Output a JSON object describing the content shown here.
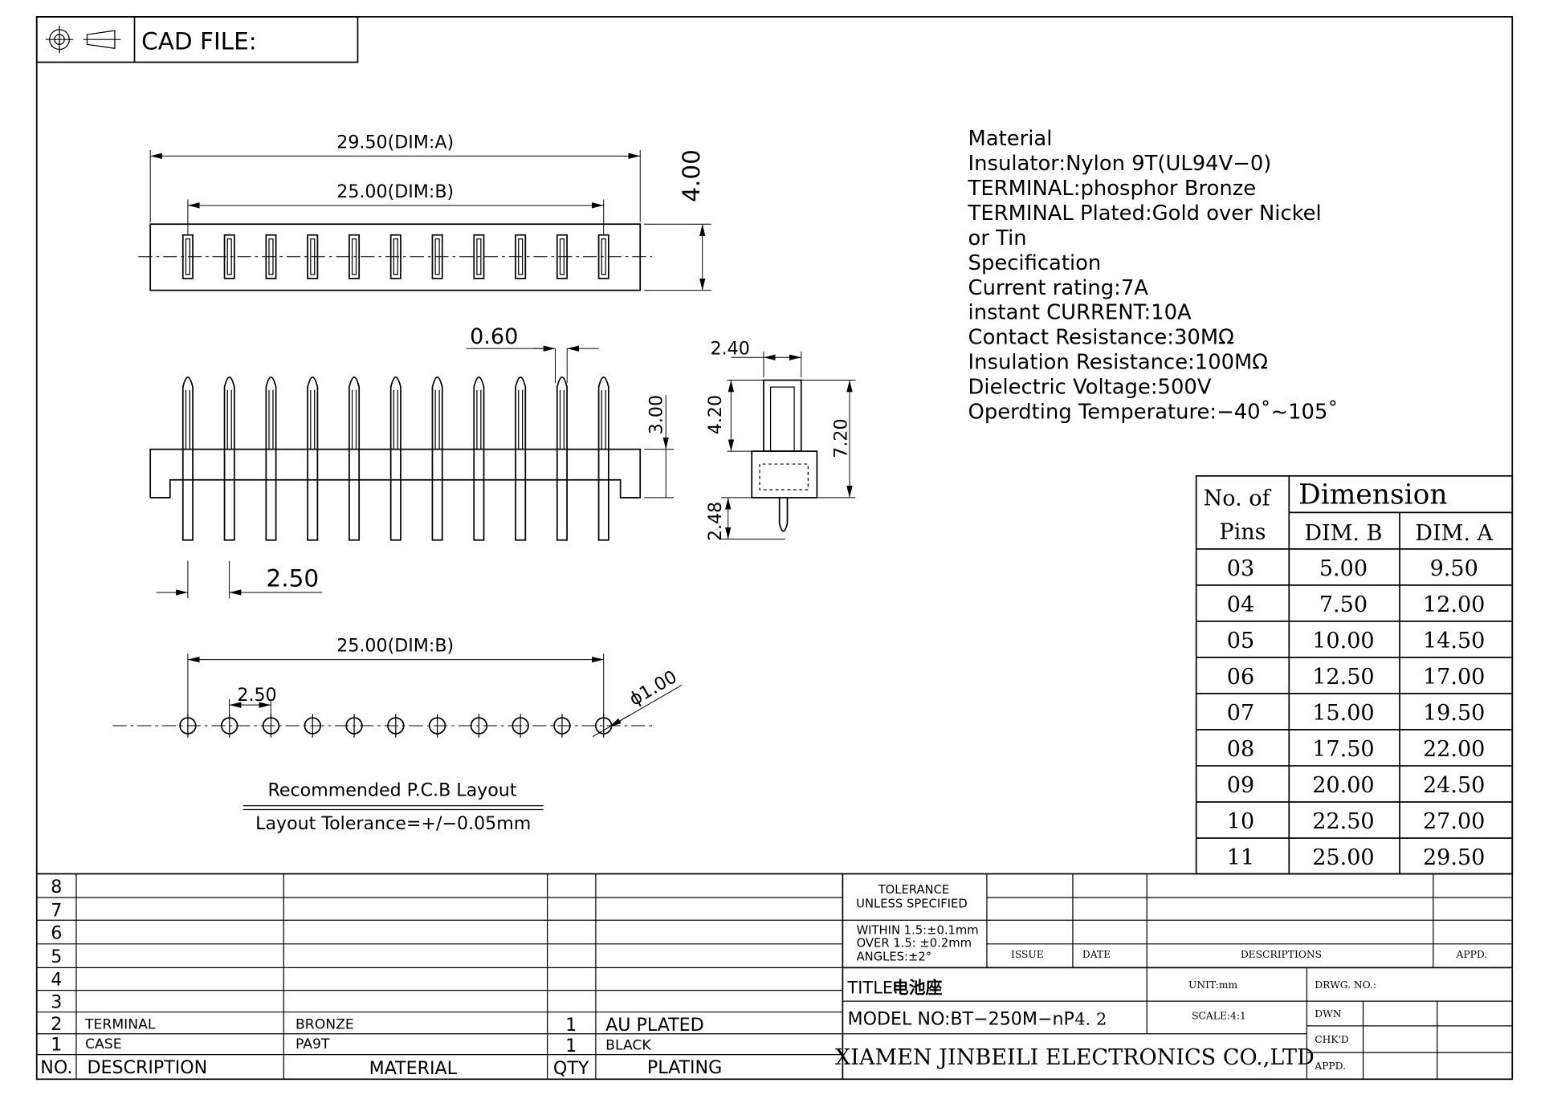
{
  "header": {
    "cad_label": "CAD FILE:",
    "projection_icon": "third-angle-projection-icon"
  },
  "top_view": {
    "dim_a": "29.50(DIM:A)",
    "dim_b": "25.00(DIM:B)",
    "height": "4.00",
    "pin_count": 11
  },
  "front_view": {
    "pin_width": "0.60",
    "pitch": "2.50",
    "housing_height": "3.00"
  },
  "side_view": {
    "width": "2.40",
    "upper": "4.20",
    "total": "7.20",
    "tail": "2.48"
  },
  "pcb_layout": {
    "dim_b": "25.00(DIM:B)",
    "pitch": "2.50",
    "hole": "ϕ1.00",
    "title": "Recommended P.C.B Layout",
    "tolerance": "Layout Tolerance=+/−0.05mm"
  },
  "spec_lines": [
    "Material",
    "Insulator:Nylon  9T(UL94V−0)",
    "TERMINAL:phosphor  Bronze",
    "TERMINAL  Plated:Gold  over  Nickel",
    "or  Tin",
    "Specification",
    "Current  rating:7A",
    "instant  CURRENT:10A",
    "Contact  Resistance:30MΩ",
    "Insulation  Resistance:100MΩ",
    "Dielectric  Voltage:500V",
    "Operdting  Temperature:−40˚~105˚"
  ],
  "dim_table": {
    "no_of": "No.  of",
    "pins": "Pins",
    "dimension": "Dimension",
    "dim_b": "DIM. B",
    "dim_a": "DIM. A",
    "rows": [
      [
        "03",
        "5.00",
        "9.50"
      ],
      [
        "04",
        "7.50",
        "12.00"
      ],
      [
        "05",
        "10.00",
        "14.50"
      ],
      [
        "06",
        "12.50",
        "17.00"
      ],
      [
        "07",
        "15.00",
        "19.50"
      ],
      [
        "08",
        "17.50",
        "22.00"
      ],
      [
        "09",
        "20.00",
        "24.50"
      ],
      [
        "10",
        "22.50",
        "27.00"
      ],
      [
        "11",
        "25.00",
        "29.50"
      ]
    ]
  },
  "bom": {
    "row_numbers": [
      "8",
      "7",
      "6",
      "5",
      "4",
      "3",
      "2",
      "1"
    ],
    "row2": {
      "desc": "TERMINAL",
      "material": "BRONZE",
      "qty": "1",
      "plating": "AU  PLATED"
    },
    "row1": {
      "desc": "CASE",
      "material": "PA9T",
      "qty": "1",
      "plating": "BLACK"
    },
    "header": {
      "no": "NO.",
      "desc": "DESCRIPTION",
      "material": "MATERIAL",
      "qty": "QTY",
      "plating": "PLATING"
    }
  },
  "title_block": {
    "tolerance_1": "TOLERANCE",
    "tolerance_2": "UNLESS  SPECIFIED",
    "within": "WITHIN  1.5:±0.1mm",
    "over": "OVER  1.5:  ±0.2mm",
    "angles": "ANGLES:±2°",
    "issue": "ISSUE",
    "date": "DATE",
    "descriptions": "DESCRIPTIONS",
    "appd": "APPD.",
    "title_label": "TITLE:",
    "title_value": "电池座",
    "unit": "UNIT:mm",
    "drwg_no": "DRWG.  NO.:",
    "model_label": "MODEL  NO:",
    "model_value": "BT−250M−nP",
    "model_rev": "4. 2",
    "scale": "SCALE:4:1",
    "dwn": "DWN",
    "chkd": "CHK'D",
    "appd2": "APPD.",
    "company": "XIAMEN JINBEILI ELECTRONICS CO.,LTD"
  }
}
